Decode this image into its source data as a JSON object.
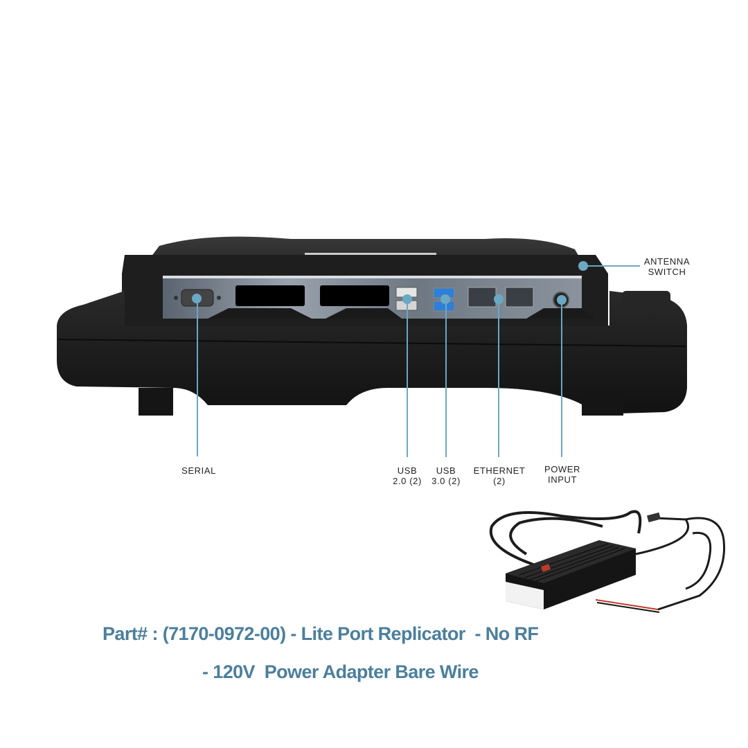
{
  "product_image": {
    "name": "Lite Port Replicator dock (rear view)",
    "redacted_blocks": 2
  },
  "callouts": {
    "antenna": {
      "line1": "ANTENNA",
      "line2": "SWITCH"
    },
    "serial": {
      "line1": "SERIAL"
    },
    "usb2": {
      "line1": "USB",
      "line2": "2.0 (2)"
    },
    "usb3": {
      "line1": "USB",
      "line2": "3.0 (2)"
    },
    "ethernet": {
      "line1": "ETHERNET",
      "line2": "(2)"
    },
    "power": {
      "line1": "POWER",
      "line2": "INPUT"
    }
  },
  "adapter_image": {
    "name": "120V power adapter with bare wire cable"
  },
  "caption": {
    "line1": "Part# : (7170-0972-00) - Lite Port Replicator  - No RF",
    "line2": "- 120V  Power Adapter Bare Wire"
  },
  "colors": {
    "callout": "#6aa8c6",
    "headline": "#4b7f9c",
    "usb3_blue": "#2f7fd6"
  }
}
